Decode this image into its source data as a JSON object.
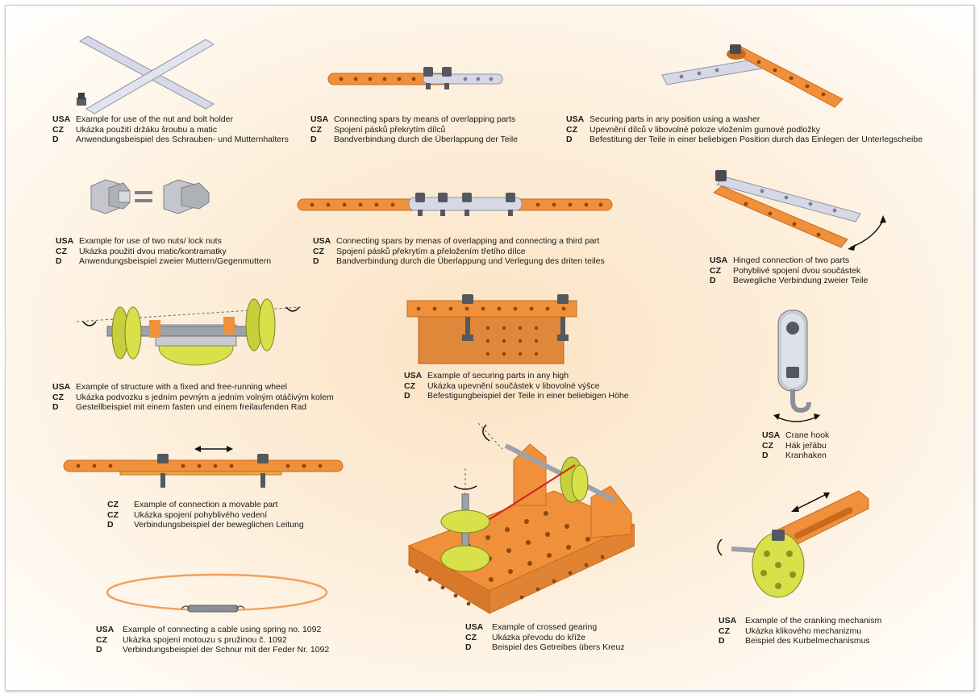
{
  "captions": [
    {
      "rows": [
        {
          "code": "USA",
          "text": "Example for use of the nut and bolt holder"
        },
        {
          "code": "CZ",
          "text": "Ukázka použití držáku šroubu a matic"
        },
        {
          "code": "D",
          "text": "Anwendungsbeispiel des Schrauben- und Mutternhalters"
        }
      ]
    },
    {
      "rows": [
        {
          "code": "USA",
          "text": "Connecting spars by means of overlapping parts"
        },
        {
          "code": "CZ",
          "text": "Spojení pásků překrytím dílců"
        },
        {
          "code": "D",
          "text": "Bandverbindung durch die Überlappung der Teile"
        }
      ]
    },
    {
      "rows": [
        {
          "code": "USA",
          "text": "Securing parts in any position using a washer"
        },
        {
          "code": "CZ",
          "text": "Upevnění dílců v libovolné poloze vložením gumové podložky"
        },
        {
          "code": "D",
          "text": "Befestitung der Teile in einer beliebigen Position durch das Einlegen der Unterlegscheibe"
        }
      ]
    },
    {
      "rows": [
        {
          "code": "USA",
          "text": "Example for use of two nuts/ lock nuts"
        },
        {
          "code": "CZ",
          "text": "Ukázka použití dvou matic/kontramatky"
        },
        {
          "code": "D",
          "text": "Anwendungsbeispiel zweier Muttern/Gegenmuttern"
        }
      ]
    },
    {
      "rows": [
        {
          "code": "USA",
          "text": "Connecting spars by menas of overlapping and connecting a third part"
        },
        {
          "code": "CZ",
          "text": "Spojení pásků překrytím a přeložením třetího dílce"
        },
        {
          "code": "D",
          "text": "Bandverbindung durch die Überlappung und Verlegung des driten teiles"
        }
      ]
    },
    {
      "rows": [
        {
          "code": "USA",
          "text": "Hinged connection of two parts"
        },
        {
          "code": "CZ",
          "text": "Pohyblivé spojení dvou součástek"
        },
        {
          "code": "D",
          "text": "Bewegliche Verbindung zweier Teile"
        }
      ]
    },
    {
      "rows": [
        {
          "code": "USA",
          "text": "Example of structure with a fixed and free-running wheel"
        },
        {
          "code": "CZ",
          "text": "Ukázka podvozku s jedním pevným a jedním volným otáčivým kolem"
        },
        {
          "code": "D",
          "text": "Gestellbeispiel mit einem fasten und einem freilaufenden Rad"
        }
      ]
    },
    {
      "rows": [
        {
          "code": "USA",
          "text": "Example of securing parts in any high"
        },
        {
          "code": "CZ",
          "text": "Ukázka upevnění součástek v libovolné výšce"
        },
        {
          "code": "D",
          "text": "Befestigungbeispiel der Teile in einer beliebigen Höhe"
        }
      ]
    },
    {
      "rows": [
        {
          "code": "USA",
          "text": "Crane hook"
        },
        {
          "code": "CZ",
          "text": "Hák jeřábu"
        },
        {
          "code": "D",
          "text": "Kranhaken"
        }
      ]
    },
    {
      "rows": [
        {
          "code": "CZ",
          "text": "Example of connection a movable part"
        },
        {
          "code": "CZ",
          "text": "Ukázka spojení pohyblivého vedení"
        },
        {
          "code": "D",
          "text": "Verbindungsbeispiel der beweglichen Leitung"
        }
      ]
    },
    {
      "rows": [
        {
          "code": "USA",
          "text": "Example of crossed gearing"
        },
        {
          "code": "CZ",
          "text": "Ukázka převodu do kříže"
        },
        {
          "code": "D",
          "text": "Beispiel des Getreibes übers Kreuz"
        }
      ]
    },
    {
      "rows": [
        {
          "code": "USA",
          "text": "Example of the cranking mechanism"
        },
        {
          "code": "CZ",
          "text": "Ukázka klikového mechanizmu"
        },
        {
          "code": "D",
          "text": "Beispiel des Kurbelmechanismus"
        }
      ]
    },
    {
      "rows": [
        {
          "code": "USA",
          "text": "Example of connecting a cable using spring no. 1092"
        },
        {
          "code": "CZ",
          "text": "Ukázka spojení motouzu s pružinou č. 1092"
        },
        {
          "code": "D",
          "text": "Verbindungsbeispiel der Schnur mit der Feder Nr. 1092"
        }
      ]
    }
  ],
  "colors": {
    "orange": "#f0903a",
    "orange_dark": "#c96a20",
    "silver": "#d6d8e6",
    "bolt": "#55585e",
    "yellow": "#d8e04a",
    "text": "#1a1a1a"
  }
}
